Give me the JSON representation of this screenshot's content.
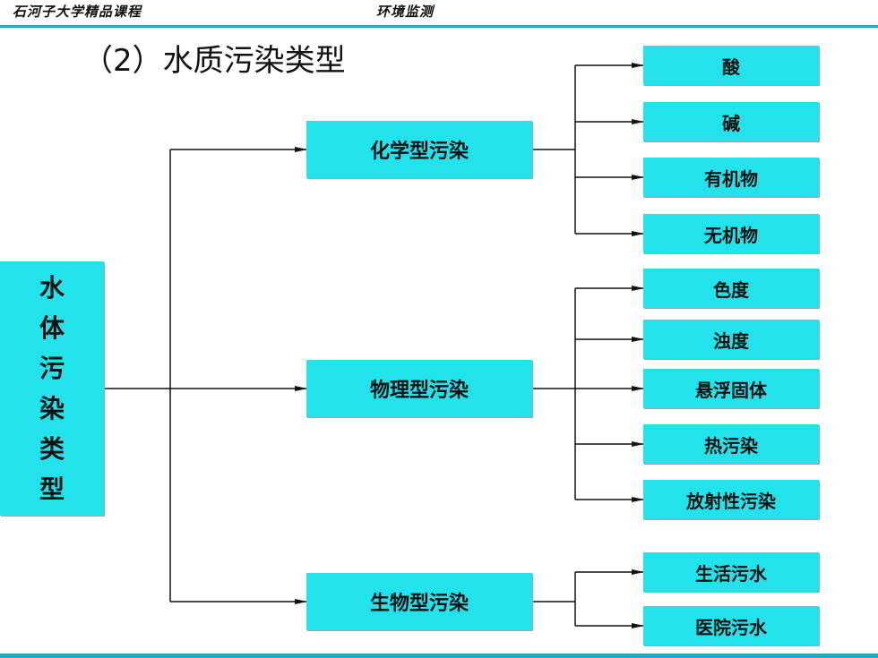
{
  "header": {
    "left_text": "石河子大学精品课程",
    "right_text": "环境监测"
  },
  "page_title": "（2）水质污染类型",
  "root": {
    "chars": [
      "水",
      "体",
      "污",
      "染",
      "类",
      "型"
    ]
  },
  "categories": [
    {
      "label": "化学型污染",
      "children": [
        "酸",
        "碱",
        "有机物",
        "无机物"
      ]
    },
    {
      "label": "物理型污染",
      "children": [
        "色度",
        "浊度",
        "悬浮固体",
        "热污染",
        "放射性污染"
      ]
    },
    {
      "label": "生物型污染",
      "children": [
        "生活污水",
        "医院污水"
      ]
    }
  ],
  "colors": {
    "box_fill": "#22e3ec",
    "rule": "#2aa7c9",
    "line": "#111111"
  }
}
